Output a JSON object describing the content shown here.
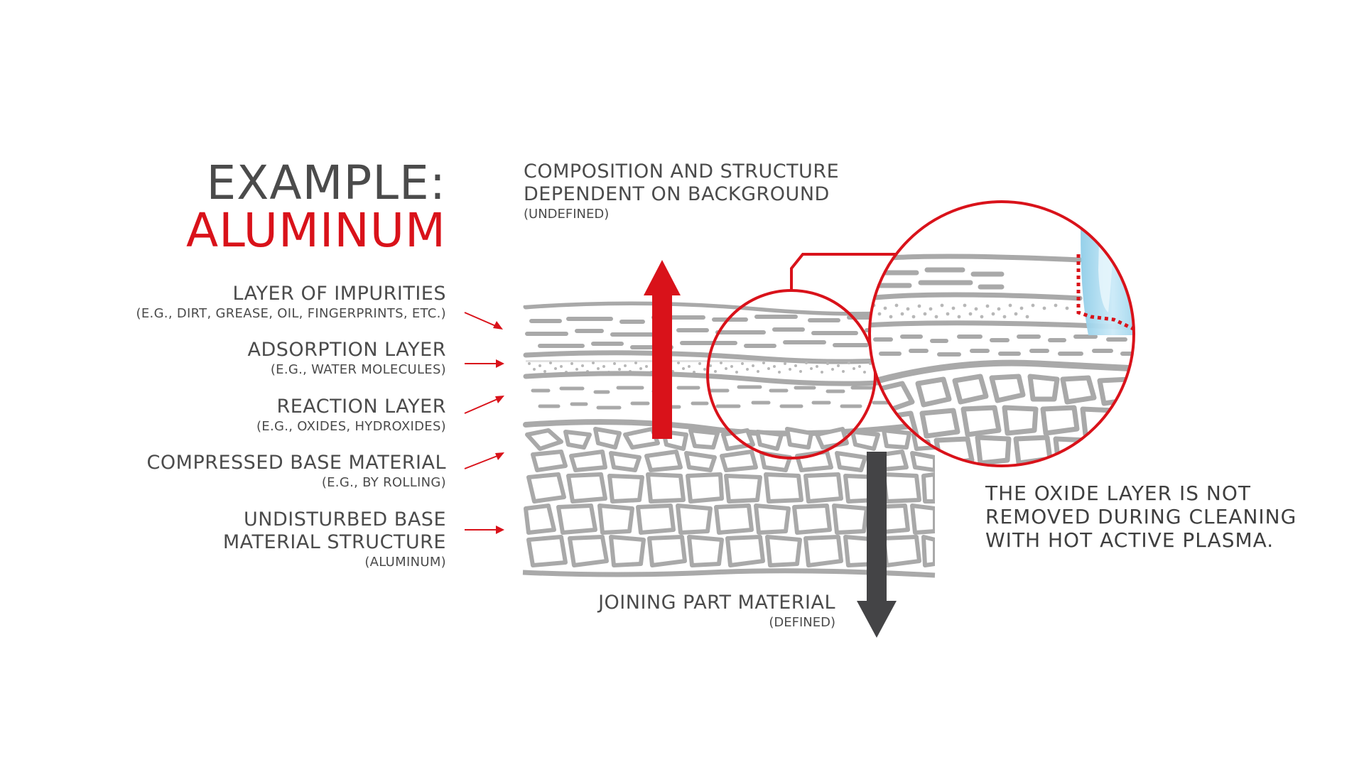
{
  "title": {
    "line1": "EXAMPLE:",
    "line2": "ALUMINUM"
  },
  "layers": [
    {
      "main": [
        "LAYER OF IMPURITIES"
      ],
      "sub": "(E.G., DIRT, GREASE, OIL, FINGERPRINTS, ETC.)"
    },
    {
      "main": [
        "ADSORPTION LAYER"
      ],
      "sub": "(E.G., WATER MOLECULES)"
    },
    {
      "main": [
        "REACTION LAYER"
      ],
      "sub": "(E.G., OXIDES, HYDROXIDES)"
    },
    {
      "main": [
        "COMPRESSED BASE MATERIAL"
      ],
      "sub": "(E.G., BY ROLLING)"
    },
    {
      "main": [
        "UNDISTURBED BASE",
        "MATERIAL STRUCTURE"
      ],
      "sub": "(ALUMINUM)"
    }
  ],
  "top_label": {
    "line1": "COMPOSITION AND STRUCTURE",
    "line2": "DEPENDENT ON BACKGROUND",
    "sub": "(UNDEFINED)"
  },
  "bottom_label": {
    "line1": "JOINING PART MATERIAL",
    "sub": "(DEFINED)"
  },
  "note": {
    "line1": "THE OXIDE LAYER IS NOT",
    "line2": "REMOVED DURING CLEANING",
    "line3": "WITH HOT ACTIVE PLASMA."
  },
  "colors": {
    "accent": "#d9121a",
    "dark": "#444446",
    "layer_gray": "#a9a9a9",
    "plasma_blue": "#a9d8ee"
  }
}
